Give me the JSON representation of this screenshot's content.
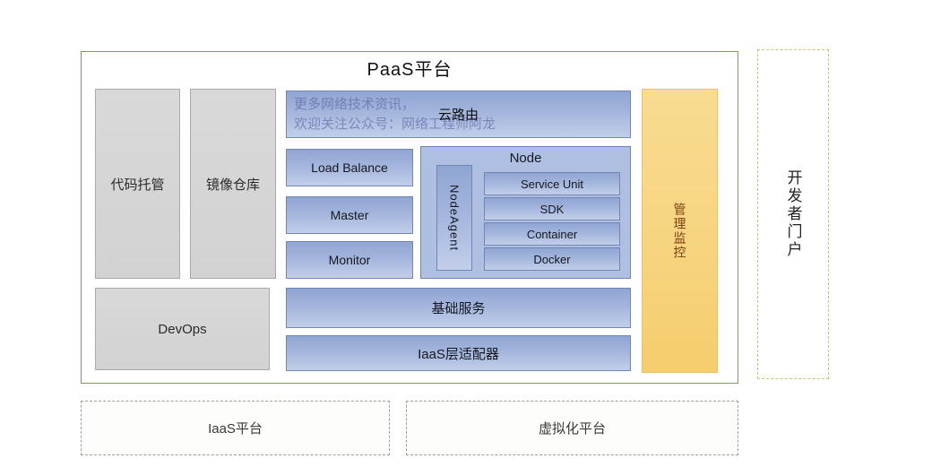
{
  "title": "PaaS平台",
  "watermark": {
    "line1": "更多网络技术资讯，",
    "line2": "欢迎关注公众号：网络工程师阿龙"
  },
  "paas": {
    "code_hosting": "代码托管",
    "image_repo": "镜像仓库",
    "cloud_router": "云路由",
    "load_balance": "Load Balance",
    "master": "Master",
    "monitor": "Monitor",
    "node": "Node",
    "node_agent": "NodeAgent",
    "node_stack": [
      "Service Unit",
      "SDK",
      "Container",
      "Docker"
    ],
    "mgmt_monitor": "管理监控",
    "devops": "DevOps",
    "basic_services": "基础服务",
    "iaas_adapter": "IaaS层适配器"
  },
  "external": {
    "developer_portal": "开发者门户",
    "iaas_platform": "IaaS平台",
    "virtualization_platform": "虚拟化平台"
  },
  "colors": {
    "container_border": "#7E9E60",
    "blue_box_top": "#8FA5D2",
    "blue_box_bottom": "#C2CEEA",
    "blue_border": "#7186B6",
    "node_fill": "#AEBFE2",
    "gray_fill": "#D6D6D6",
    "gray_border": "#A9A9A9",
    "orange_top": "#F9DC92",
    "orange_bottom": "#F5CD6E",
    "orange_text": "#7A4010",
    "dashed_yellow_border": "#C9C47C",
    "dashed_gray_border": "#9F9F93",
    "watermark_text": "rgba(80,87,155,0.55)"
  }
}
